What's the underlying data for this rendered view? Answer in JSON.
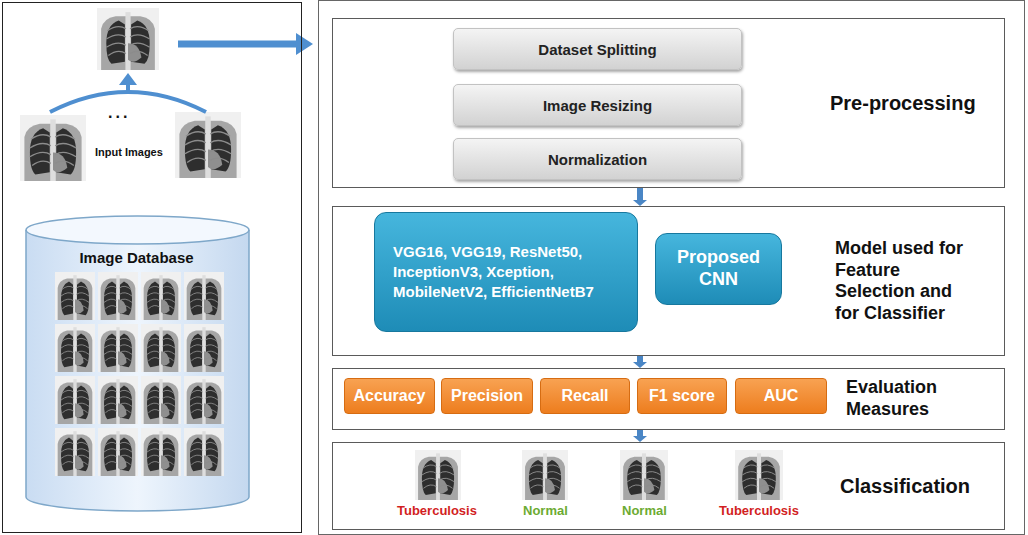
{
  "diagram": {
    "nodes": [
      {
        "text": [
          "...",
          "Input Images"
        ]
      },
      {
        "text": [
          "Image Database"
        ],
        "in": 0
      },
      {
        "text": [
          "Pre-processing"
        ]
      },
      {
        "text": [
          "Dataset Splitting"
        ],
        "in": 2
      },
      {
        "text": [
          "Image Resizing"
        ],
        "in": 2
      },
      {
        "text": [
          "Normalization"
        ],
        "in": 2
      },
      {
        "text": [
          "Model used for Feature Selection and for Classifier"
        ]
      },
      {
        "text": [
          "VGG16, VGG19, ResNet50, InceptionV3, Xception, MobileNetV2, EfficientNetB7"
        ],
        "in": 6
      },
      {
        "text": [
          "Proposed CNN"
        ],
        "in": 6
      },
      {
        "text": [
          "Evaluation Measures"
        ]
      },
      {
        "text": [
          "Accuracy"
        ],
        "in": 9
      },
      {
        "text": [
          "Precision"
        ],
        "in": 9
      },
      {
        "text": [
          "Recall"
        ],
        "in": 9
      },
      {
        "text": [
          "F1 score"
        ],
        "in": 9
      },
      {
        "text": [
          "AUC"
        ],
        "in": 9
      },
      {
        "text": [
          "Classification",
          "Tuberculosis",
          "Normal",
          "Normal",
          "Tuberculosis"
        ]
      }
    ],
    "edges": [
      {
        "from": 2,
        "to": 6,
        "arrow": "to"
      },
      {
        "from": 6,
        "to": 9,
        "arrow": "to"
      },
      {
        "from": 9,
        "to": 15,
        "arrow": "to"
      }
    ]
  }
}
